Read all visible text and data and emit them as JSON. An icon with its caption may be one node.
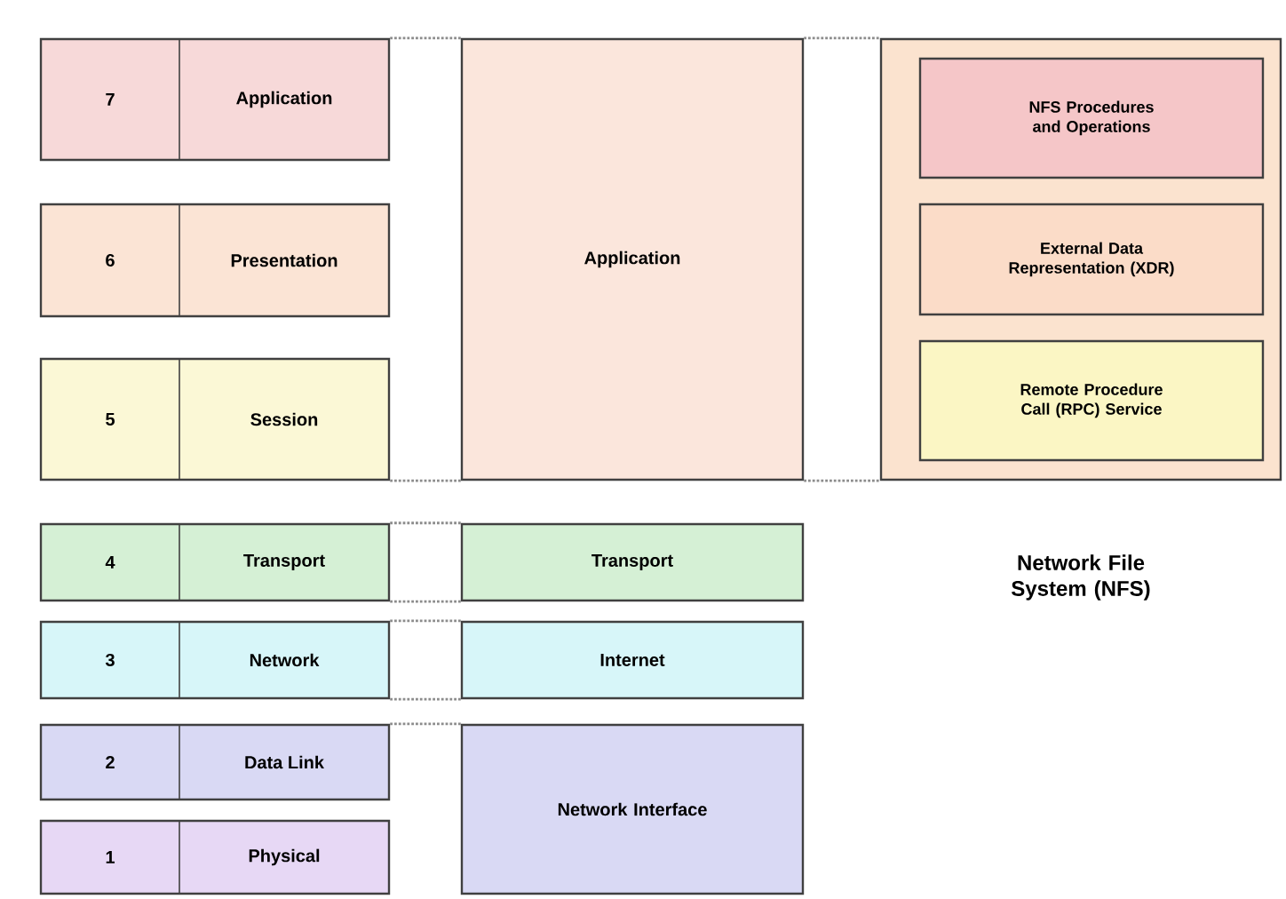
{
  "diagram": {
    "nodes": [
      {
        "text": [
          "7",
          "Application"
        ]
      },
      {
        "text": [
          "6",
          "Presentation"
        ]
      },
      {
        "text": [
          "5",
          "Session"
        ]
      },
      {
        "text": [
          "4",
          "Transport"
        ]
      },
      {
        "text": [
          "3",
          "Network"
        ]
      },
      {
        "text": [
          "2",
          "Data Link"
        ]
      },
      {
        "text": [
          "1",
          "Physical"
        ]
      },
      {
        "text": [
          "Application"
        ]
      },
      {
        "text": [
          "Transport"
        ]
      },
      {
        "text": [
          "Internet"
        ]
      },
      {
        "text": [
          "Network Interface"
        ]
      },
      {
        "text": [
          "Network File System (NFS)"
        ]
      },
      {
        "text": [
          "NFS Procedures and Operations"
        ],
        "in": 11
      },
      {
        "text": [
          "External Data Representation (XDR)"
        ],
        "in": 11
      },
      {
        "text": [
          "Remote Procedure Call (RPC) Service"
        ],
        "in": 11
      }
    ],
    "edges": [
      {
        "from": 0,
        "to": 7,
        "arrow": "none",
        "style": "dashed"
      },
      {
        "from": 2,
        "to": 7,
        "arrow": "none",
        "style": "dashed"
      },
      {
        "from": 7,
        "to": 11,
        "arrow": "none",
        "style": "dashed"
      },
      {
        "from": 7,
        "to": 11,
        "arrow": "none",
        "style": "dashed"
      },
      {
        "from": 3,
        "to": 8,
        "arrow": "none",
        "style": "dashed"
      },
      {
        "from": 3,
        "to": 8,
        "arrow": "none",
        "style": "dashed"
      },
      {
        "from": 4,
        "to": 9,
        "arrow": "none",
        "style": "dashed"
      },
      {
        "from": 4,
        "to": 9,
        "arrow": "none",
        "style": "dashed"
      },
      {
        "from": 5,
        "to": 10,
        "arrow": "none",
        "style": "dashed"
      }
    ]
  }
}
